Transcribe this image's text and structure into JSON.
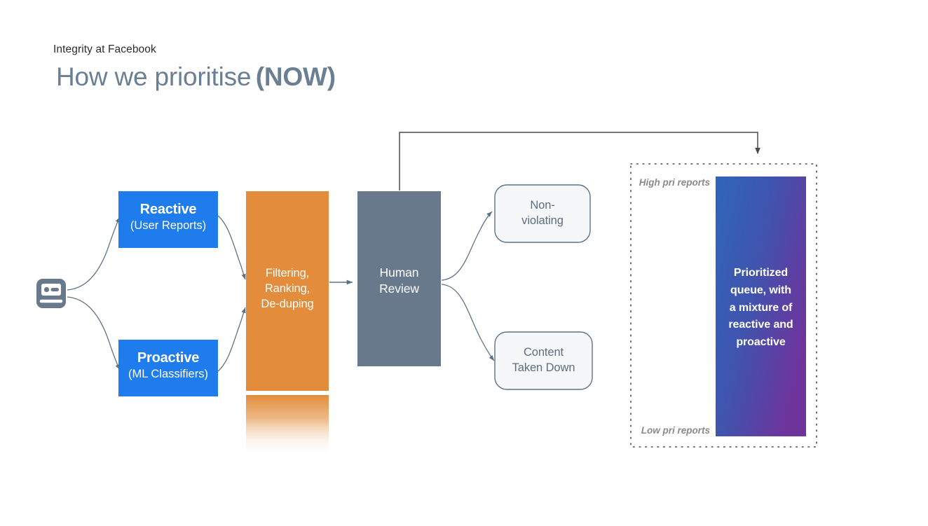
{
  "header": {
    "eyebrow": "Integrity at Facebook",
    "title_main": "How we prioritise",
    "title_emph": "(NOW)"
  },
  "colors": {
    "source_blue": "#1f7ced",
    "filter_orange": "#e28c3c",
    "review_slate": "#69798c",
    "outcome_border": "#5d7287",
    "outcome_fill": "#f5f7f9",
    "queue_gradient_start": "#2f66ba",
    "queue_gradient_end": "#6f339c",
    "connector": "#5d7287",
    "dotted_border": "#4a4a4a",
    "title_color": "#6b7f93"
  },
  "diagram": {
    "input_icon": "content-post-icon",
    "sources": [
      {
        "name": "reactive",
        "title": "Reactive",
        "subtitle": "(User Reports)"
      },
      {
        "name": "proactive",
        "title": "Proactive",
        "subtitle": "(ML Classifiers)"
      }
    ],
    "filter_stage": {
      "lines": [
        "Filtering,",
        "Ranking,",
        "De-duping"
      ],
      "has_stacked_copy": true
    },
    "review_stage": {
      "lines": [
        "Human",
        "Review"
      ]
    },
    "outcomes": [
      {
        "name": "non-violating",
        "lines": [
          "Non-",
          "violating"
        ]
      },
      {
        "name": "content-taken-down",
        "lines": [
          "Content",
          "Taken Down"
        ]
      }
    ],
    "queue_panel": {
      "high_label": "High pri reports",
      "low_label": "Low pri reports",
      "bar_lines": [
        "Prioritized",
        "queue, with",
        "a mixture of",
        "reactive and",
        "proactive"
      ]
    },
    "feedback_arrow": {
      "from": "review_stage",
      "to": "queue_panel"
    }
  }
}
